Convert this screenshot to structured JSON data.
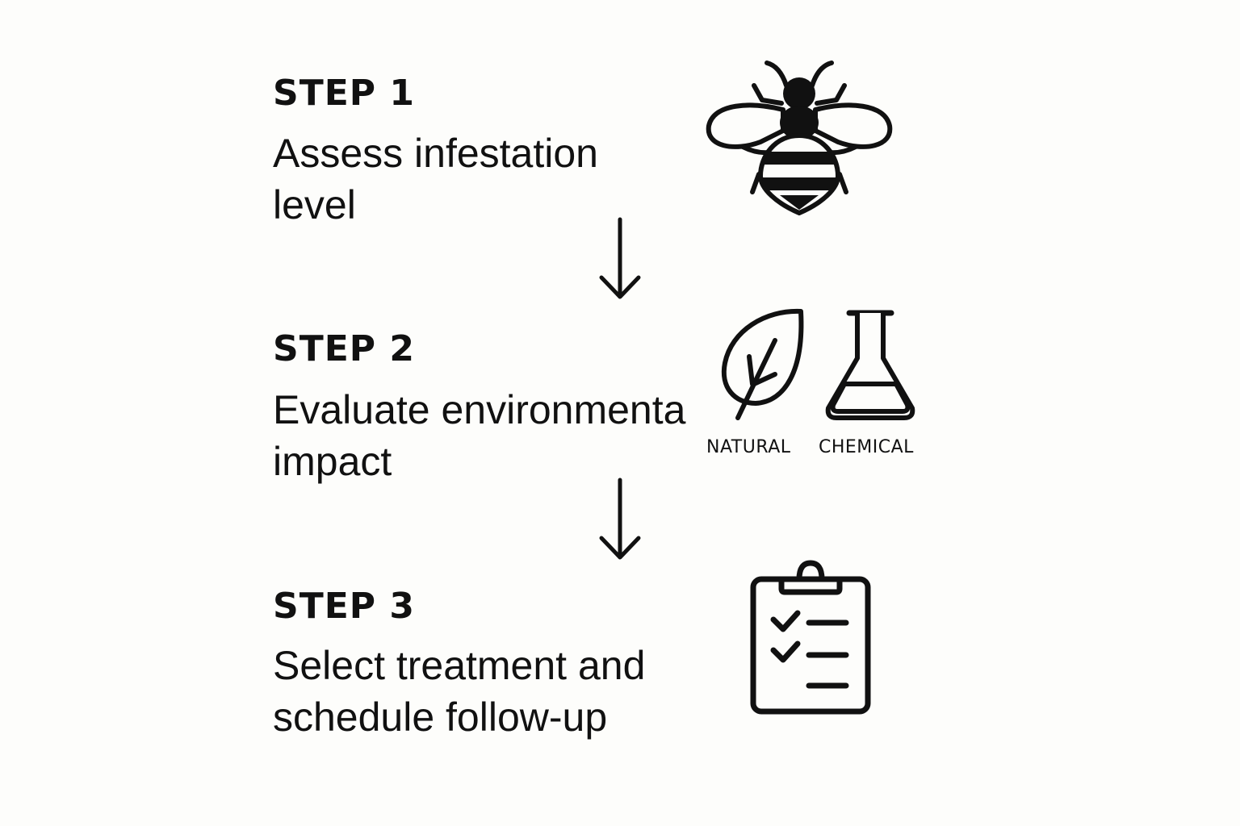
{
  "steps": [
    {
      "heading": "STEP 1",
      "lines": [
        "Assess infestation",
        "level"
      ],
      "icon": "bee-icon"
    },
    {
      "heading": "STEP 2",
      "lines": [
        "Evaluate environmenta",
        "impact"
      ],
      "icons": [
        "leaf-icon",
        "flask-icon"
      ],
      "options": [
        "NATURAL",
        "CHEMICAL"
      ]
    },
    {
      "heading": "STEP 3",
      "lines": [
        "Select treatment and",
        "schedule follow-up"
      ],
      "icon": "clipboard-checklist-icon"
    }
  ],
  "connectors": [
    "down-arrow-icon",
    "down-arrow-icon"
  ],
  "colors": {
    "background": "#fdfdfb",
    "ink": "#111111"
  }
}
